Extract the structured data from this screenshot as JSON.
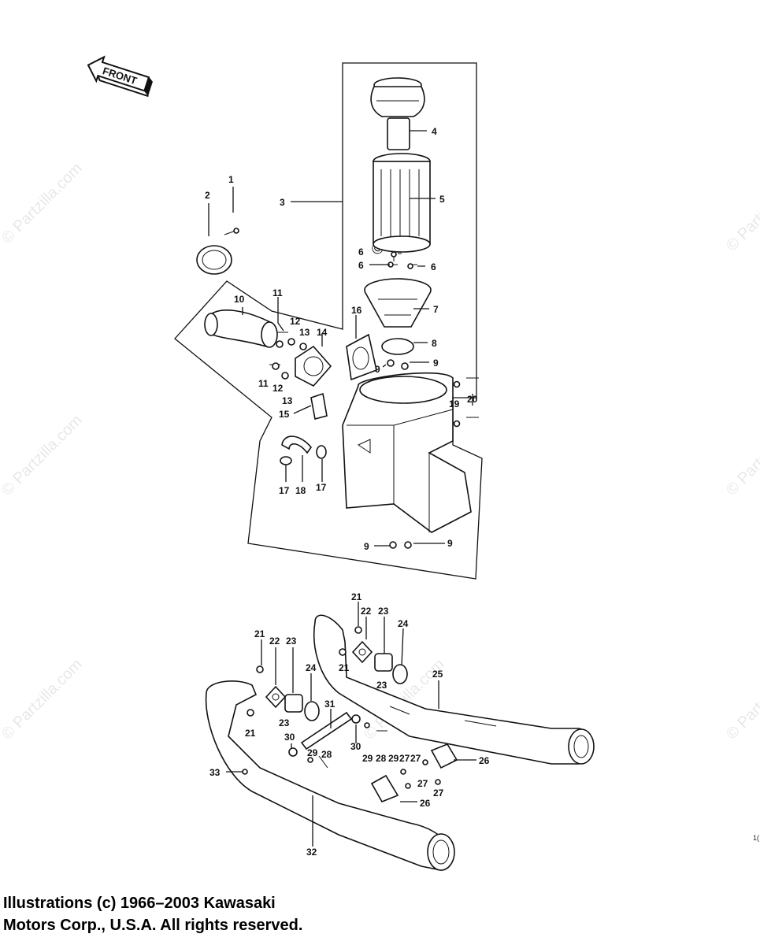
{
  "front_label": "FRONT",
  "watermark": "© Partzilla.com",
  "page_mark": "1(",
  "copyright": {
    "line1": "Illustrations (c) 1966–2003 Kawasaki",
    "line2": "Motors Corp., U.S.A.  All rights reserved."
  },
  "callouts": {
    "c1": "1",
    "c2": "2",
    "c3": "3",
    "c4": "4",
    "c5": "5",
    "c6a": "6",
    "c6b": "6",
    "c6c": "6",
    "c7": "7",
    "c8": "8",
    "c9a": "9",
    "c9b": "9",
    "c9c": "9",
    "c9d": "9",
    "c10": "10",
    "c11a": "11",
    "c11b": "11",
    "c12a": "12",
    "c12b": "12",
    "c13a": "13",
    "c13b": "13",
    "c14": "14",
    "c15": "15",
    "c16": "16",
    "c17a": "17",
    "c17b": "17",
    "c18": "18",
    "c19": "19",
    "c20": "20",
    "c21a": "21",
    "c21b": "21",
    "c21c": "21",
    "c21d": "21",
    "c22a": "22",
    "c22b": "22",
    "c23a": "23",
    "c23b": "23",
    "c23c": "23",
    "c23d": "23",
    "c24a": "24",
    "c24b": "24",
    "c25": "25",
    "c26a": "26",
    "c26b": "26",
    "c27a": "27",
    "c27b": "27",
    "c27c": "27",
    "c27d": "27",
    "c28a": "28",
    "c28b": "28",
    "c29a": "29",
    "c29b": "29",
    "c29c": "29",
    "c30a": "30",
    "c30b": "30",
    "c31": "31",
    "c32": "32",
    "c33": "33"
  }
}
